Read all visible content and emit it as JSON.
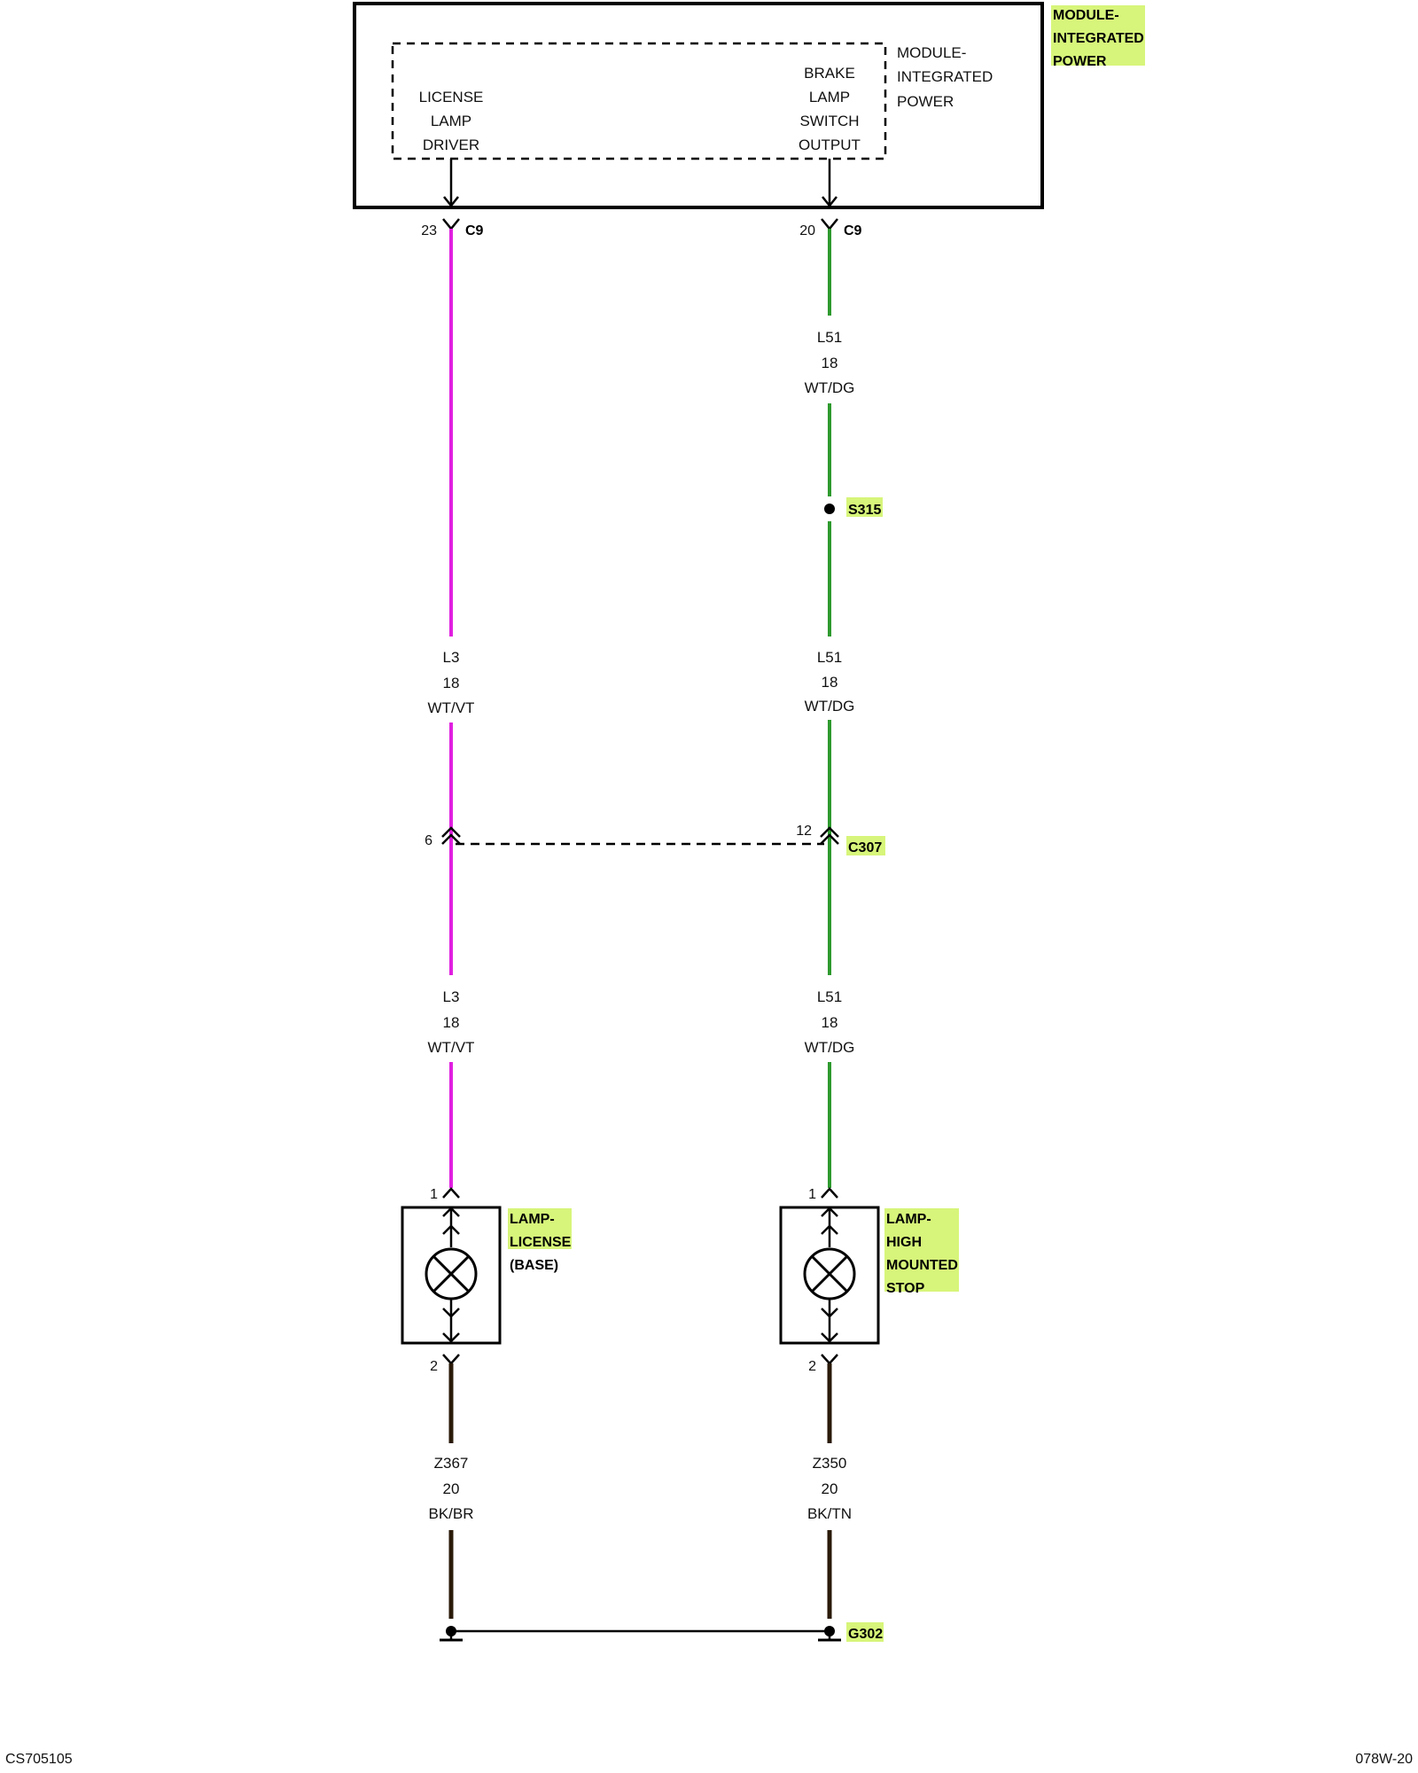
{
  "module": {
    "name_line1": "MODULE-",
    "name_line2": "INTEGRATED",
    "name_line3": "POWER",
    "callout_line1": "MODULE-",
    "callout_line2": "INTEGRATED",
    "callout_line3": "POWER",
    "left_func": [
      "LICENSE",
      "LAMP",
      "DRIVER"
    ],
    "right_func": [
      "BRAKE",
      "LAMP",
      "SWITCH",
      "OUTPUT"
    ]
  },
  "connectors": {
    "c9_left_pin": "23",
    "c9_right_pin": "20",
    "c9_label": "C9",
    "c307_left_pin": "6",
    "c307_right_pin": "12",
    "c307_label": "C307"
  },
  "splice": {
    "label": "S315"
  },
  "wires": {
    "l51_1": [
      "L51",
      "18",
      "WT/DG"
    ],
    "l51_2": [
      "L51",
      "18",
      "WT/DG"
    ],
    "l51_3": [
      "L51",
      "18",
      "WT/DG"
    ],
    "l3_1": [
      "L3",
      "18",
      "WT/VT"
    ],
    "l3_2": [
      "L3",
      "18",
      "WT/VT"
    ],
    "z367": [
      "Z367",
      "20",
      "BK/BR"
    ],
    "z350": [
      "Z350",
      "20",
      "BK/TN"
    ]
  },
  "lamps": {
    "license": {
      "name": [
        "LAMP-",
        "LICENSE"
      ],
      "variant": "(BASE)",
      "pin_top": "1",
      "pin_bottom": "2"
    },
    "hms": {
      "name": [
        "LAMP-",
        "HIGH",
        "MOUNTED",
        "STOP"
      ],
      "pin_top": "1",
      "pin_bottom": "2"
    }
  },
  "ground": {
    "label": "G302"
  },
  "footer": {
    "left": "CS705105",
    "right": "078W-20"
  },
  "colors": {
    "wire_violet": "#e020e0",
    "wire_green": "#2e9a2e",
    "wire_black_brown": "#2a1a08",
    "highlight": "#d7f57a"
  }
}
